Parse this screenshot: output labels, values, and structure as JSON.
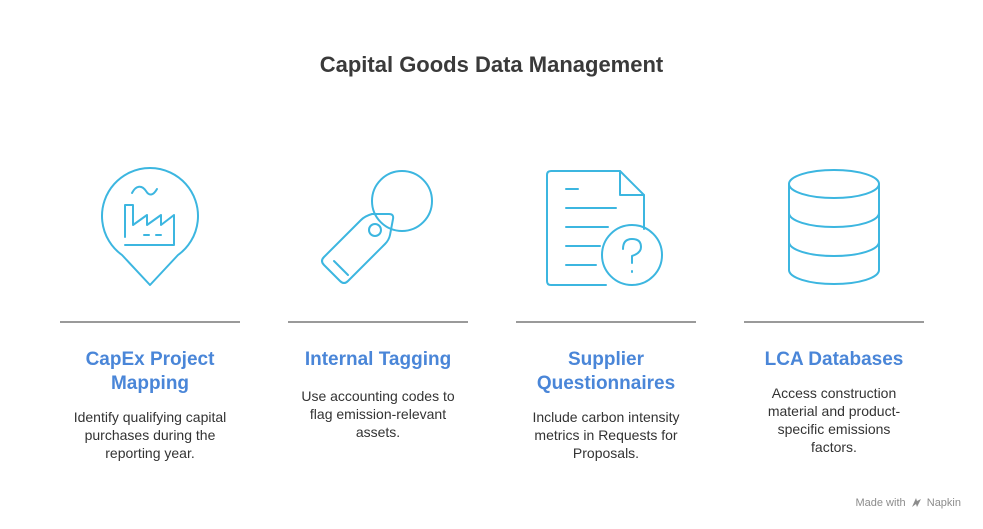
{
  "title": "Capital Goods Data Management",
  "accent_color": "#4a86d8",
  "icon_color": "#3cb6e0",
  "steps": [
    {
      "icon": "factory-location-pin-icon",
      "title": "CapEx Project Mapping",
      "description": "Identify qualifying capital purchases during the reporting year."
    },
    {
      "icon": "tag-icon",
      "title": "Internal Tagging",
      "description": "Use accounting codes to flag emission-relevant assets."
    },
    {
      "icon": "document-question-icon",
      "title": "Supplier Questionnaires",
      "description": "Include carbon intensity metrics in Requests for Proposals."
    },
    {
      "icon": "database-icon",
      "title": "LCA Databases",
      "description": "Access construction material and product-specific emissions factors."
    }
  ],
  "branding": {
    "made_with": "Made with",
    "product": "Napkin"
  }
}
